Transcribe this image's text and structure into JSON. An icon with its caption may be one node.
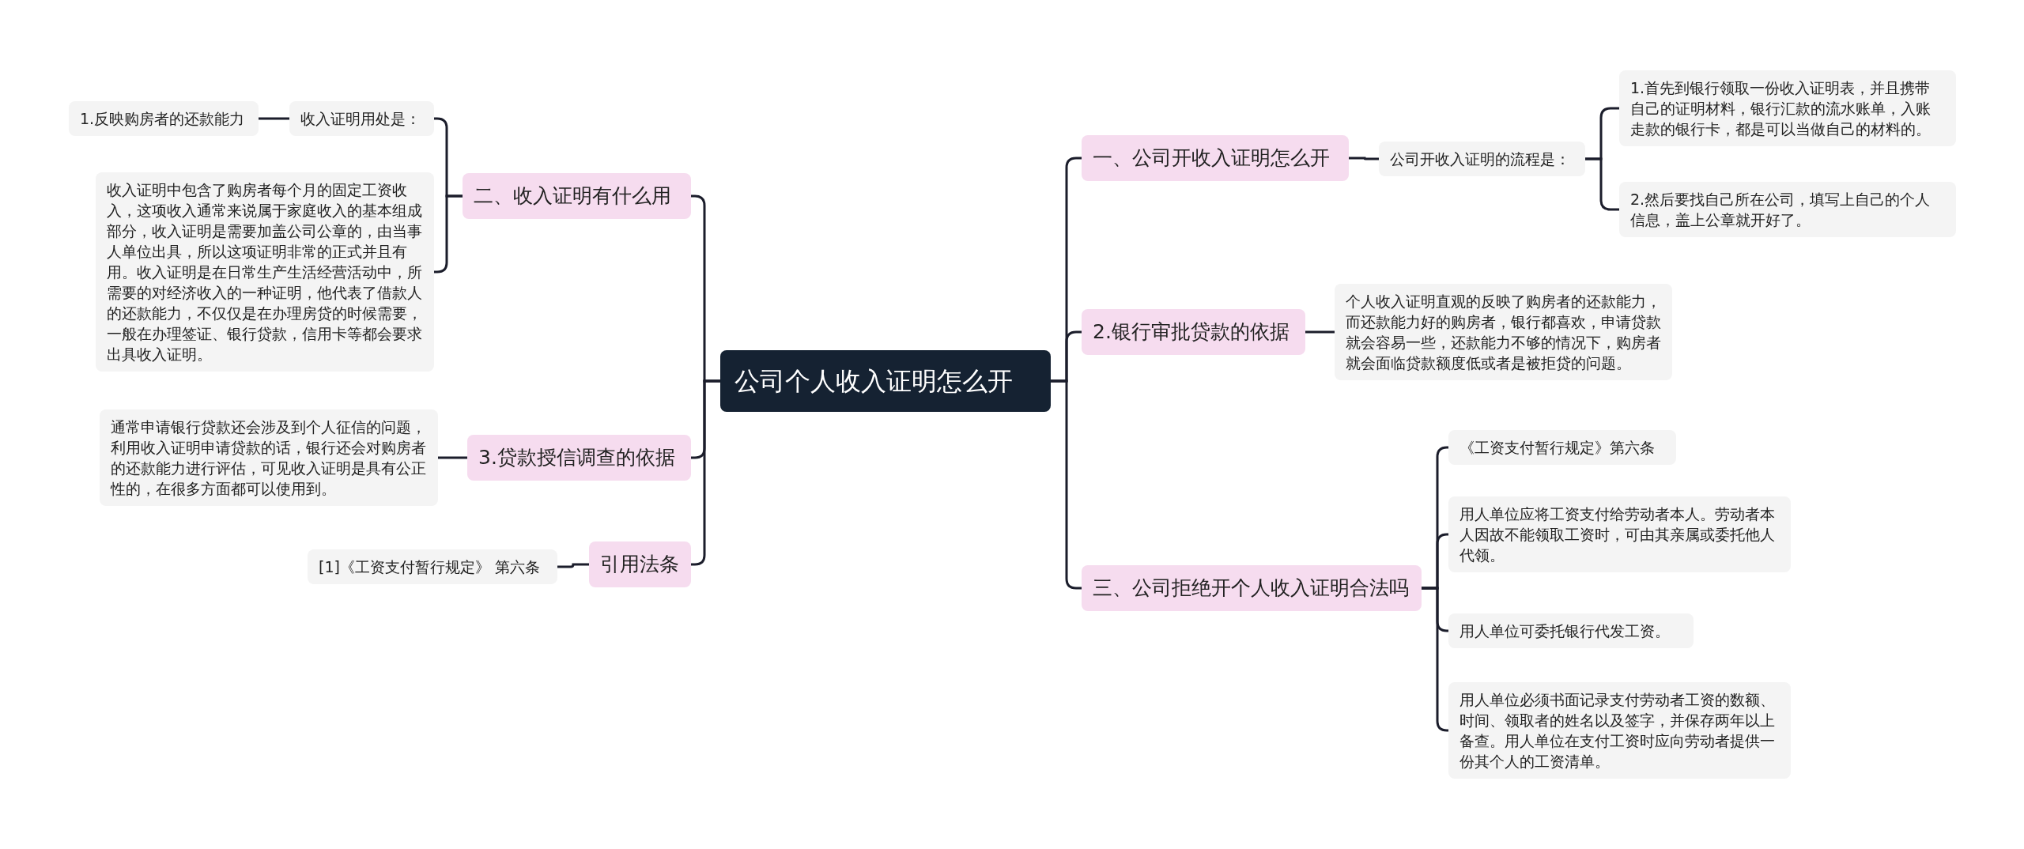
{
  "diagram": {
    "nodes": [
      {
        "text": [
          "公司个人收入证明怎么开"
        ]
      },
      {
        "text": [
          "二、收入证明有什么用"
        ]
      },
      {
        "text": [
          "收入证明用处是："
        ]
      },
      {
        "text": [
          "1.反映购房者的还款能力"
        ]
      },
      {
        "text": [
          "收入证明中包含了购房者每个月的固定工资收入，这项收入通常来说属于家庭收入的基本组成部分，收入证明是需要加盖公司公章的，由当事人单位出具，所以这项证明非常的正式并且有用。收入证明是在日常生产生活经营活动中，所需要的对经济收入的一种证明，他代表了借款人的还款能力，不仅仅是在办理房贷的时候需要，一般在办理签证、银行贷款，信用卡等都会要求出具收入证明。"
        ]
      },
      {
        "text": [
          "3.贷款授信调查的依据"
        ]
      },
      {
        "text": [
          "通常申请银行贷款还会涉及到个人征信的问题，利用收入证明申请贷款的话，银行还会对购房者的还款能力进行评估，可见收入证明是具有公正性的，在很多方面都可以使用到。"
        ]
      },
      {
        "text": [
          "引用法条"
        ]
      },
      {
        "text": [
          "[1]《工资支付暂行规定》 第六条"
        ]
      },
      {
        "text": [
          "一、公司开收入证明怎么开"
        ]
      },
      {
        "text": [
          "公司开收入证明的流程是："
        ]
      },
      {
        "text": [
          "1.首先到银行领取一份收入证明表，并且携带自己的证明材料，银行汇款的流水账单，入账走款的银行卡，都是可以当做自己的材料的。"
        ]
      },
      {
        "text": [
          "2.然后要找自己所在公司，填写上自己的个人信息，盖上公章就开好了。"
        ]
      },
      {
        "text": [
          "2.银行审批贷款的依据"
        ]
      },
      {
        "text": [
          "个人收入证明直观的反映了购房者的还款能力，而还款能力好的购房者，银行都喜欢，申请贷款就会容易一些，还款能力不够的情况下，购房者就会面临贷款额度低或者是被拒贷的问题。"
        ]
      },
      {
        "text": [
          "三、公司拒绝开个人收入证明合法吗"
        ]
      },
      {
        "text": [
          "《工资支付暂行规定》第六条"
        ]
      },
      {
        "text": [
          "用人单位应将工资支付给劳动者本人。劳动者本人因故不能领取工资时，可由其亲属或委托他人代领。"
        ]
      },
      {
        "text": [
          "用人单位可委托银行代发工资。"
        ]
      },
      {
        "text": [
          "用人单位必须书面记录支付劳动者工资的数额、时间、领取者的姓名以及签字，并保存两年以上备查。用人单位在支付工资时应向劳动者提供一份其个人的工资清单。"
        ]
      }
    ],
    "edges": [
      {
        "from": 0,
        "to": 1,
        "arrow": "none"
      },
      {
        "from": 1,
        "to": 2,
        "arrow": "none"
      },
      {
        "from": 2,
        "to": 3,
        "arrow": "none"
      },
      {
        "from": 1,
        "to": 4,
        "arrow": "none"
      },
      {
        "from": 0,
        "to": 5,
        "arrow": "none"
      },
      {
        "from": 5,
        "to": 6,
        "arrow": "none"
      },
      {
        "from": 0,
        "to": 7,
        "arrow": "none"
      },
      {
        "from": 7,
        "to": 8,
        "arrow": "none"
      },
      {
        "from": 0,
        "to": 9,
        "arrow": "none"
      },
      {
        "from": 9,
        "to": 10,
        "arrow": "none"
      },
      {
        "from": 10,
        "to": 11,
        "arrow": "none"
      },
      {
        "from": 10,
        "to": 12,
        "arrow": "none"
      },
      {
        "from": 0,
        "to": 13,
        "arrow": "none"
      },
      {
        "from": 13,
        "to": 14,
        "arrow": "none"
      },
      {
        "from": 0,
        "to": 15,
        "arrow": "none"
      },
      {
        "from": 15,
        "to": 16,
        "arrow": "none"
      },
      {
        "from": 15,
        "to": 17,
        "arrow": "none"
      },
      {
        "from": 15,
        "to": 18,
        "arrow": "none"
      },
      {
        "from": 15,
        "to": 19,
        "arrow": "none"
      }
    ]
  }
}
